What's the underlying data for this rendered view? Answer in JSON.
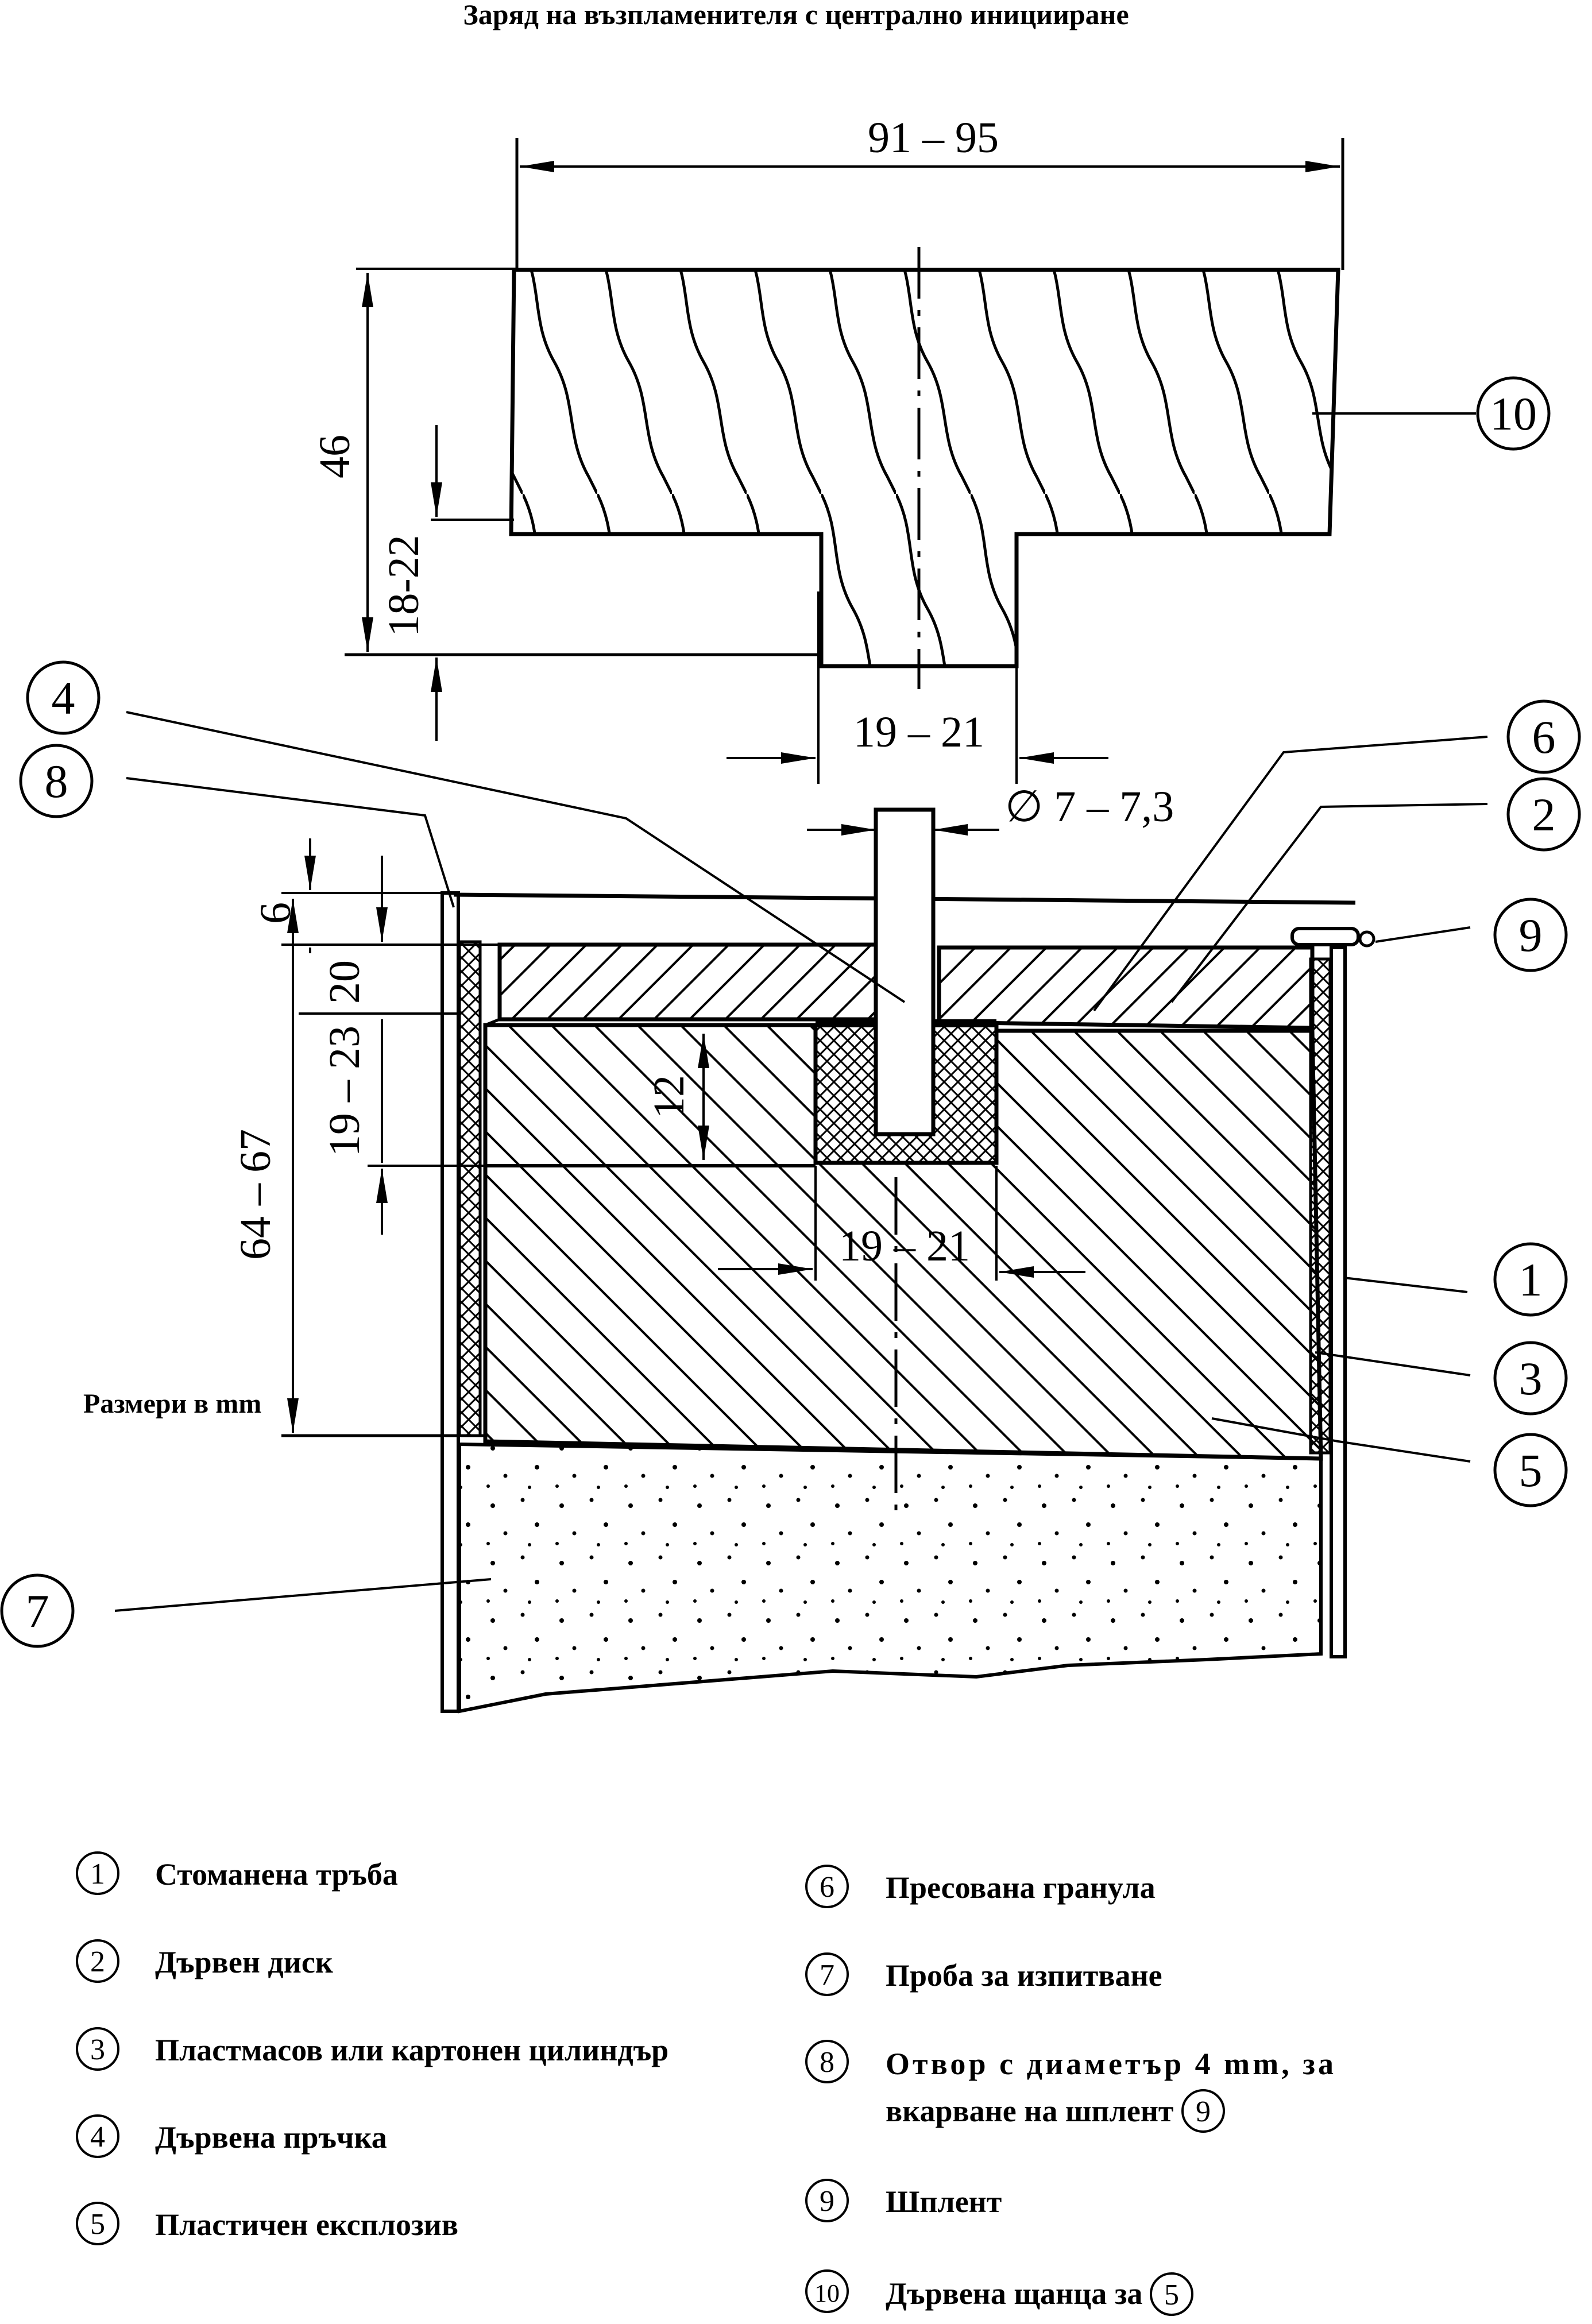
{
  "title": "Заряд на възпламенителя с централно иницииране",
  "dimensions": {
    "die_width": "91 – 95",
    "die_height": "46",
    "die_step": "18-22",
    "die_spigot": "19 – 21",
    "stick_diameter": "∅ 7 – 7,3",
    "gap": "6",
    "disk": "20",
    "pellet_zone": "19 – 23",
    "pellet_depth": "12",
    "total": "64 – 67",
    "pellet_width": "19 – 21"
  },
  "units_note": "Размери в mm",
  "callouts": {
    "c1": "1",
    "c2": "2",
    "c3": "3",
    "c4": "4",
    "c5": "5",
    "c6": "6",
    "c7": "7",
    "c8": "8",
    "c9": "9",
    "c10": "10"
  },
  "legend": [
    {
      "num": "1",
      "text": "Стоманена тръба"
    },
    {
      "num": "2",
      "text": "Дървен диск"
    },
    {
      "num": "3",
      "text": "Пластмасов или картонен цилиндър"
    },
    {
      "num": "4",
      "text": "Дървена пръчка"
    },
    {
      "num": "5",
      "text": "Пластичен експлозив"
    },
    {
      "num": "6",
      "text": "Пресована гранула"
    },
    {
      "num": "7",
      "text": "Проба за изпитване"
    },
    {
      "num": "8",
      "text": "Отвор с диаметър 4 mm, за",
      "text2": "вкарване на шплент",
      "ref": "9"
    },
    {
      "num": "9",
      "text": "Шплент"
    },
    {
      "num": "10",
      "text": "Дървена щанца за",
      "ref": "5"
    }
  ]
}
